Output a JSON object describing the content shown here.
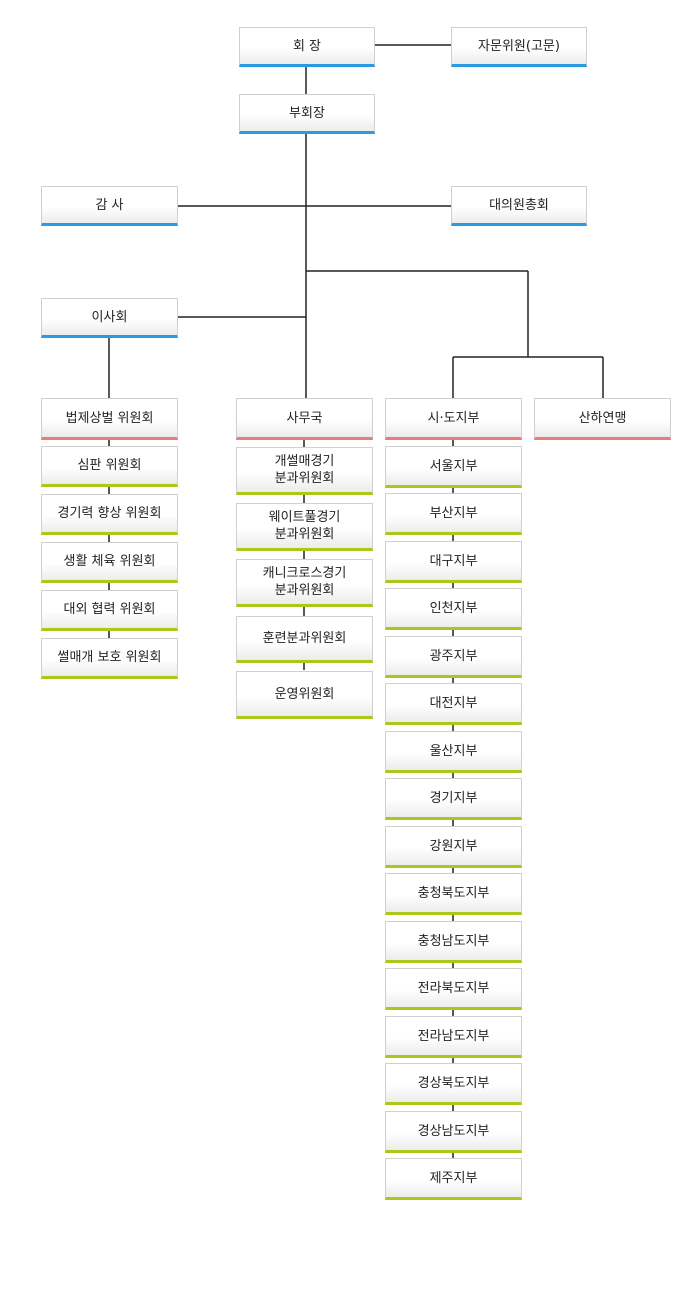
{
  "top": {
    "chairman": "회 장",
    "advisory": "자문위원(고문)",
    "vice_chairman": "부회장",
    "auditor": "감 사",
    "delegates": "대의원총회",
    "board": "이사회"
  },
  "heads": {
    "legal": "법제상벌 위원회",
    "secretariat": "사무국",
    "branches": "시·도지부",
    "affiliates": "산하연맹"
  },
  "committees": [
    "심판 위원회",
    "경기력 향상 위원회",
    "생활 체육 위원회",
    "대외 협력 위원회",
    "썰매개 보호 위원회"
  ],
  "sections": [
    [
      "개썰매경기",
      "분과위원회"
    ],
    [
      "웨이트풀경기",
      "분과위원회"
    ],
    [
      "캐니크로스경기",
      "분과위원회"
    ],
    [
      "훈련분과위원회"
    ],
    [
      "운영위원회"
    ]
  ],
  "regions": [
    "서울지부",
    "부산지부",
    "대구지부",
    "인천지부",
    "광주지부",
    "대전지부",
    "울산지부",
    "경기지부",
    "강원지부",
    "충청북도지부",
    "충청남도지부",
    "전라북도지부",
    "전라남도지부",
    "경상북도지부",
    "경상남도지부",
    "제주지부"
  ],
  "colors": {
    "top_accent": "#2a9be2",
    "head_accent": "#ef7a7a",
    "sub_accent": "#a9c91a",
    "line": "#222222"
  }
}
